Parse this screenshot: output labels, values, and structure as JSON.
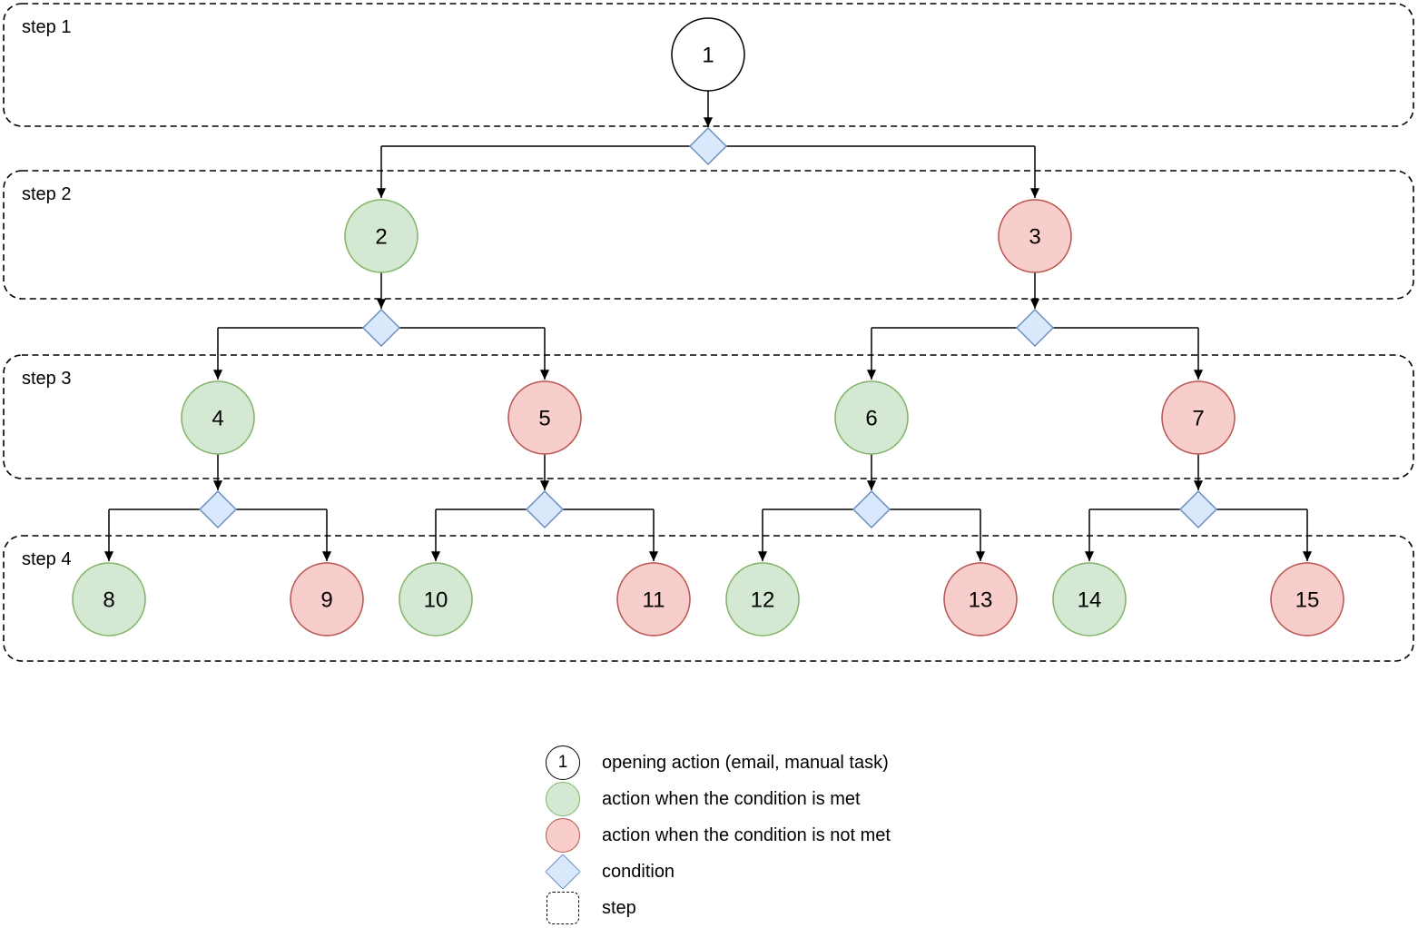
{
  "steps": [
    {
      "label": "step 1"
    },
    {
      "label": "step 2"
    },
    {
      "label": "step 3"
    },
    {
      "label": "step 4"
    }
  ],
  "nodes": [
    {
      "id": "1",
      "type": "opening"
    },
    {
      "id": "2",
      "type": "met"
    },
    {
      "id": "3",
      "type": "not_met"
    },
    {
      "id": "4",
      "type": "met"
    },
    {
      "id": "5",
      "type": "not_met"
    },
    {
      "id": "6",
      "type": "met"
    },
    {
      "id": "7",
      "type": "not_met"
    },
    {
      "id": "8",
      "type": "met"
    },
    {
      "id": "9",
      "type": "not_met"
    },
    {
      "id": "10",
      "type": "met"
    },
    {
      "id": "11",
      "type": "not_met"
    },
    {
      "id": "12",
      "type": "met"
    },
    {
      "id": "13",
      "type": "not_met"
    },
    {
      "id": "14",
      "type": "met"
    },
    {
      "id": "15",
      "type": "not_met"
    }
  ],
  "legend": {
    "items": [
      {
        "icon": "opening-action-icon",
        "symbol": "1",
        "label": "opening action (email, manual task)"
      },
      {
        "icon": "condition-met-icon",
        "label": "action when the condition is met"
      },
      {
        "icon": "condition-not-met-icon",
        "label": "action when the condition is not met"
      },
      {
        "icon": "condition-icon",
        "label": "condition"
      },
      {
        "icon": "step-icon",
        "label": "step"
      }
    ]
  },
  "colors": {
    "opening_fill": "#ffffff",
    "opening_stroke": "#000000",
    "met_fill": "#d5e8d4",
    "met_stroke": "#82b366",
    "not_met_fill": "#f8cecc",
    "not_met_stroke": "#b85450",
    "condition_fill": "#dae8fc",
    "condition_stroke": "#6c8ebf",
    "line": "#000000",
    "step_border": "#000000",
    "text": "#000000"
  }
}
